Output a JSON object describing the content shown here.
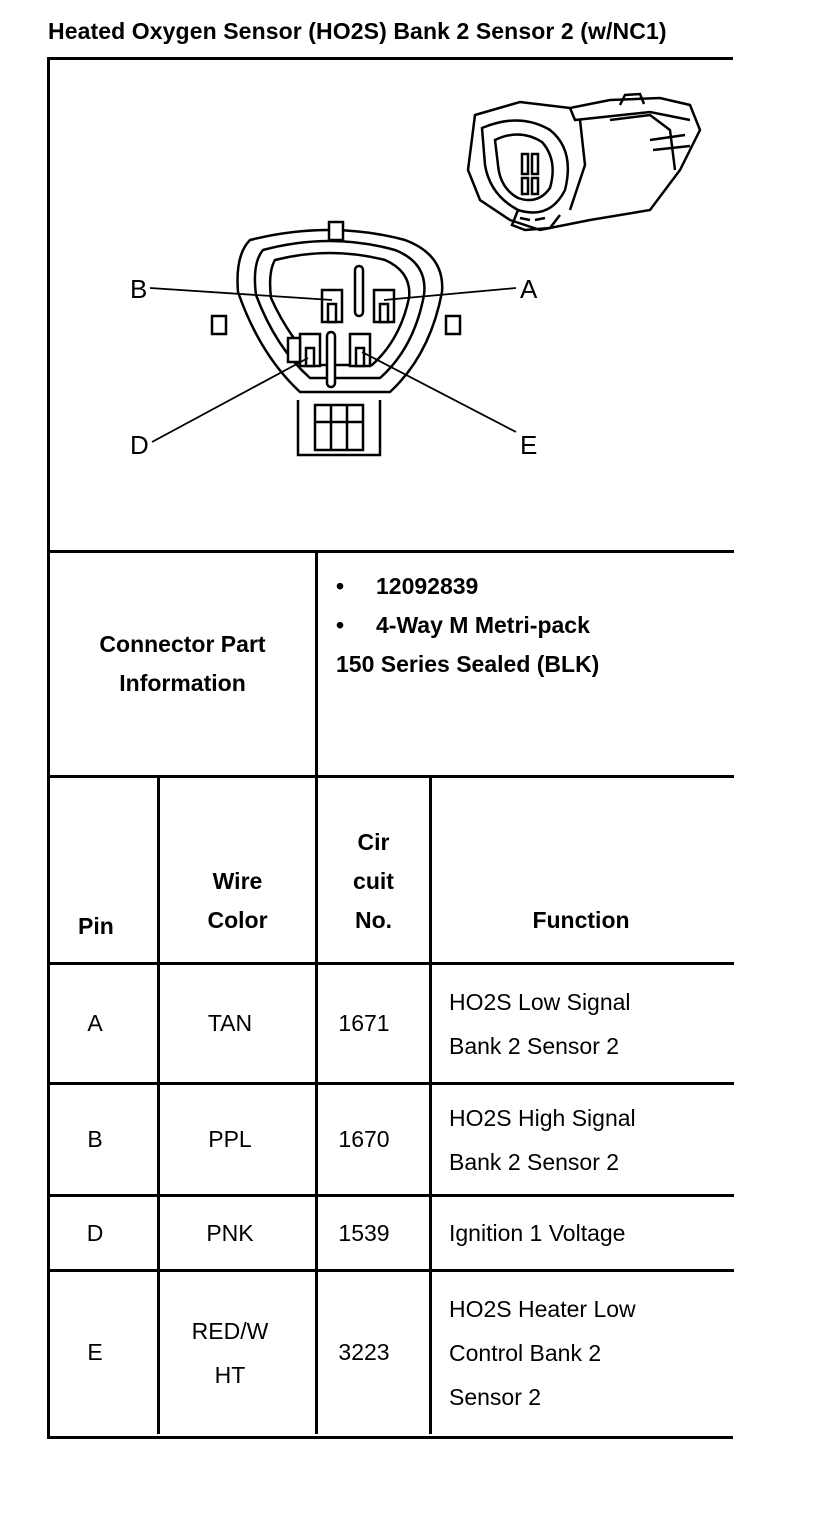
{
  "title": "Heated Oxygen Sensor (HO2S) Bank 2 Sensor 2 (w/NC1)",
  "diagram": {
    "pin_labels": {
      "a": "A",
      "b": "B",
      "d": "D",
      "e": "E"
    }
  },
  "connector_info": {
    "label": "Connector Part Information",
    "items": [
      "12092839",
      "4-Way M Metri-pack"
    ],
    "bullet": "•",
    "extra": "150 Series Sealed (BLK)"
  },
  "table": {
    "headers": {
      "pin": "Pin",
      "wire_color": [
        "Wire",
        "Color"
      ],
      "circuit": [
        "Cir",
        "cuit",
        "No."
      ],
      "function": "Function"
    },
    "rows": [
      {
        "pin": "A",
        "color": [
          "TAN"
        ],
        "circuit": "1671",
        "function": [
          "HO2S Low Signal",
          "Bank 2 Sensor 2"
        ]
      },
      {
        "pin": "B",
        "color": [
          "PPL"
        ],
        "circuit": "1670",
        "function": [
          "HO2S High Signal",
          "Bank 2 Sensor 2"
        ]
      },
      {
        "pin": "D",
        "color": [
          "PNK"
        ],
        "circuit": "1539",
        "function": [
          "Ignition 1 Voltage"
        ]
      },
      {
        "pin": "E",
        "color": [
          "RED/W",
          "HT"
        ],
        "circuit": "3223",
        "function": [
          "HO2S Heater Low",
          "Control Bank 2",
          "Sensor 2"
        ]
      }
    ]
  }
}
